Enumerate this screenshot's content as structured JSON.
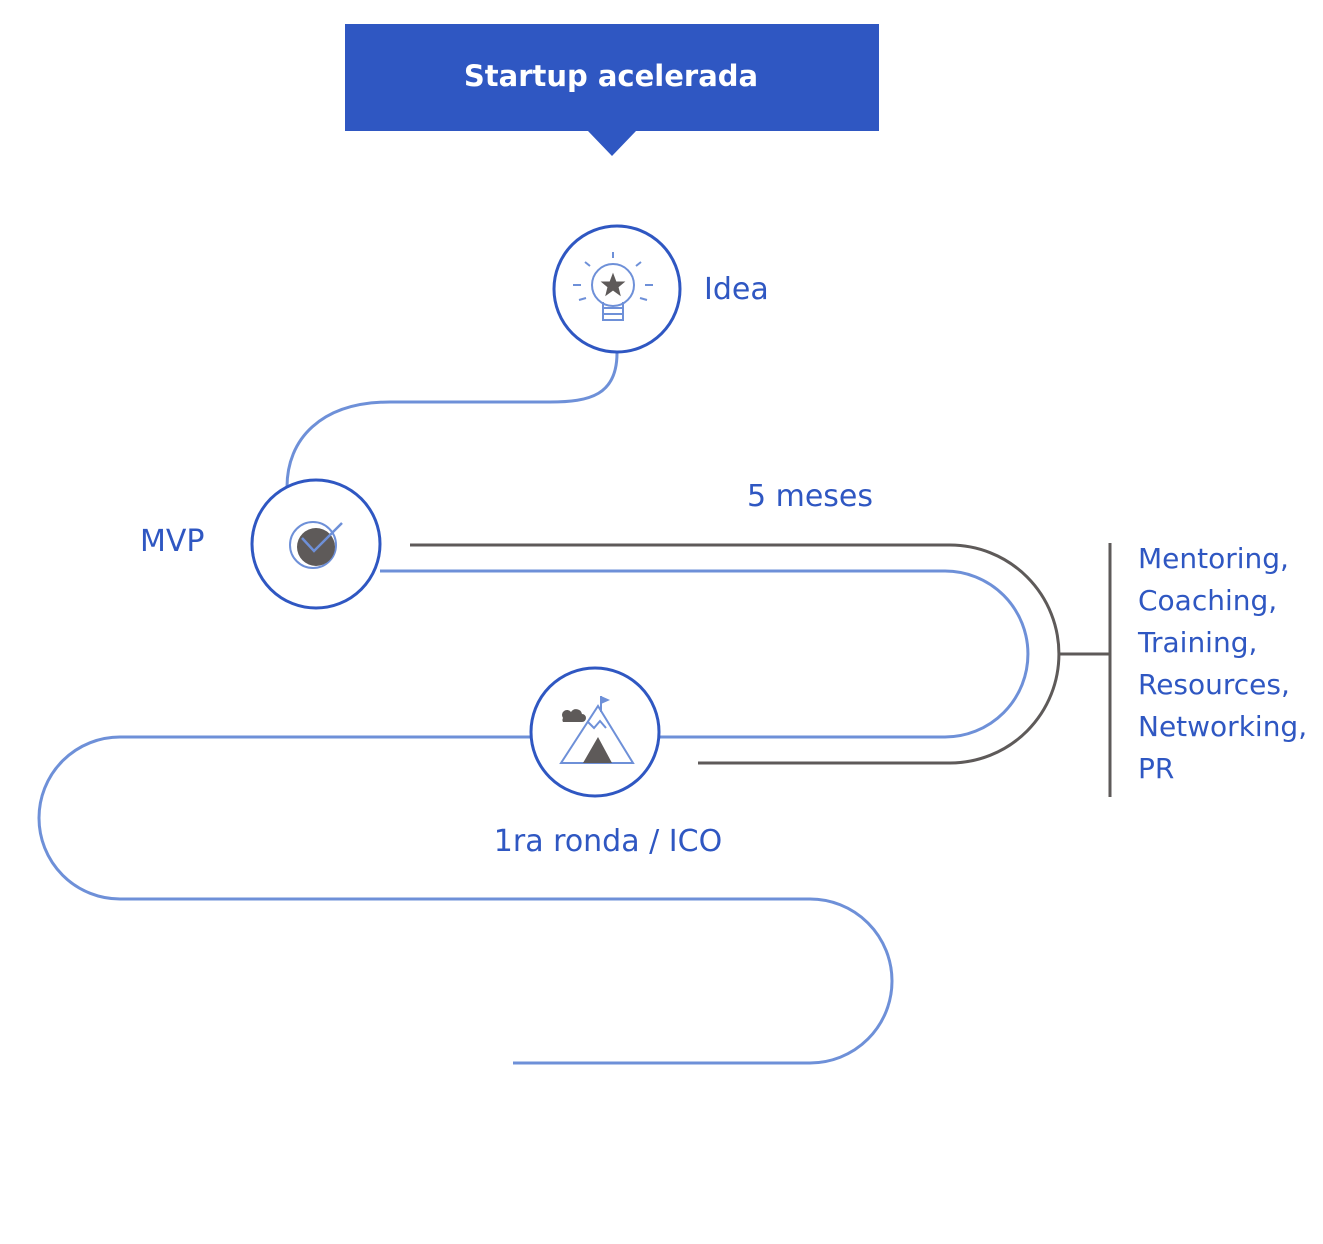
{
  "banner": {
    "title": "Startup acelerada"
  },
  "milestones": {
    "idea": "Idea",
    "mvp": "MVP",
    "round": "1ra ronda / ICO"
  },
  "duration": "5 meses",
  "services": [
    "Mentoring,",
    "Coaching,",
    "Training,",
    "Resources,",
    "Networking,",
    "PR"
  ],
  "colors": {
    "banner": "#2F57C2",
    "text": "#2F57C2",
    "path": "#6E90D8",
    "circle": "#2F57C2",
    "bracket": "#5E5A59"
  },
  "icons": [
    "lightbulb-star-icon",
    "target-check-icon",
    "mountain-flag-icon"
  ]
}
